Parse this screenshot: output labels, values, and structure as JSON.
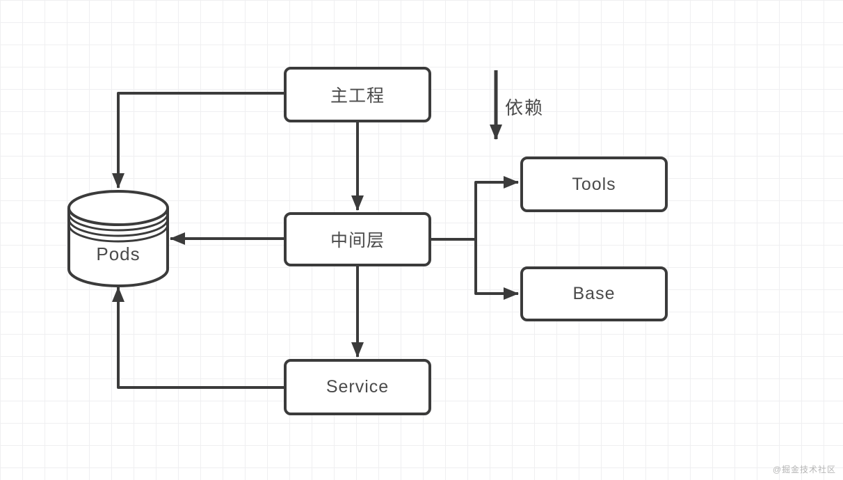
{
  "diagram": {
    "type": "flowchart",
    "nodes": {
      "main_project": {
        "label": "主工程",
        "shape": "rounded-rect"
      },
      "middle_layer": {
        "label": "中间层",
        "shape": "rounded-rect"
      },
      "tools": {
        "label": "Tools",
        "shape": "rounded-rect"
      },
      "base": {
        "label": "Base",
        "shape": "rounded-rect"
      },
      "service": {
        "label": "Service",
        "shape": "rounded-rect"
      },
      "pods": {
        "label": "Pods",
        "shape": "database-cylinder"
      }
    },
    "edges": [
      {
        "from": "主工程",
        "to": "中间层"
      },
      {
        "from": "主工程",
        "to": "Pods"
      },
      {
        "from": "中间层",
        "to": "Pods"
      },
      {
        "from": "中间层",
        "to": "Service"
      },
      {
        "from": "中间层",
        "to": "Tools"
      },
      {
        "from": "中间层",
        "to": "Base"
      },
      {
        "from": "Service",
        "to": "Pods"
      }
    ],
    "legend_arrow_label": "依赖",
    "colors": {
      "stroke": "#3b3b3b",
      "text": "#4a4a4a",
      "background": "#ffffff",
      "grid_line": "#efeff1",
      "watermark": "#b5b5b5"
    }
  },
  "watermark": "@掘金技术社区"
}
